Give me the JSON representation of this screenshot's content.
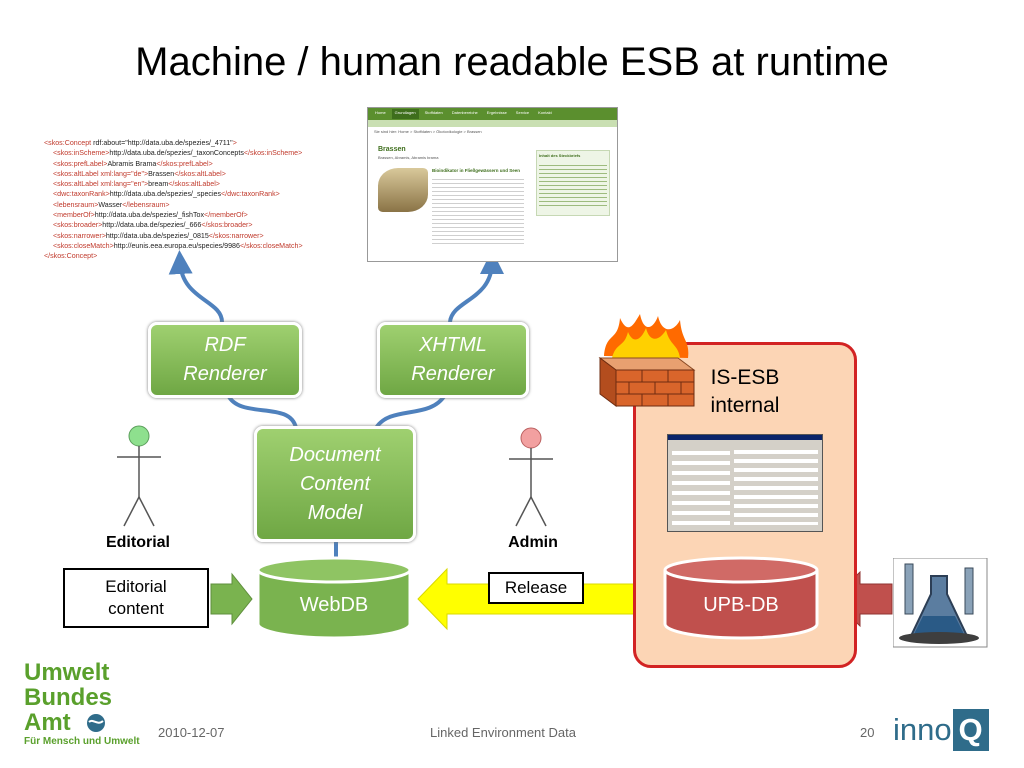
{
  "title": "Machine / human readable ESB at runtime",
  "xml_lines": [
    {
      "indent": false,
      "parts": [
        [
          "t",
          "<skos:Concept"
        ],
        [
          "v",
          " rdf:about=\"http://data.uba.de/spezies/_4711\""
        ],
        [
          "t",
          ">"
        ]
      ]
    },
    {
      "indent": true,
      "parts": [
        [
          "t",
          "<skos:inScheme>"
        ],
        [
          "v",
          "http://data.uba.de/spezies/_taxonConcepts"
        ],
        [
          "t",
          "</skos:inScheme>"
        ]
      ]
    },
    {
      "indent": true,
      "parts": [
        [
          "t",
          "<skos:prefLabel>"
        ],
        [
          "v",
          "Abramis Brama"
        ],
        [
          "t",
          "</skos:prefLabel>"
        ]
      ]
    },
    {
      "indent": true,
      "parts": [
        [
          "t",
          "<skos:altLabel xml:lang=\"de\">"
        ],
        [
          "v",
          "Brassen"
        ],
        [
          "t",
          "</skos:altLabel>"
        ]
      ]
    },
    {
      "indent": true,
      "parts": [
        [
          "t",
          "<skos:altLabel xml:lang=\"en\">"
        ],
        [
          "v",
          "bream"
        ],
        [
          "t",
          "</skos:altLabel>"
        ]
      ]
    },
    {
      "indent": true,
      "parts": [
        [
          "t",
          "<dwc:taxonRank>"
        ],
        [
          "v",
          "http://data.uba.de/spezies/_species"
        ],
        [
          "t",
          "</dwc:taxonRank>"
        ]
      ]
    },
    {
      "indent": true,
      "parts": [
        [
          "t",
          "<lebensraum>"
        ],
        [
          "v",
          "Wasser"
        ],
        [
          "t",
          "</lebensraum>"
        ]
      ]
    },
    {
      "indent": true,
      "parts": [
        [
          "t",
          "<memberOf>"
        ],
        [
          "v",
          "http://data.uba.de/spezies/_fishTox"
        ],
        [
          "t",
          "</memberOf>"
        ]
      ]
    },
    {
      "indent": true,
      "parts": [
        [
          "t",
          "<skos:broader>"
        ],
        [
          "v",
          "http://data.uba.de/spezies/_666"
        ],
        [
          "t",
          "</skos:broader>"
        ]
      ]
    },
    {
      "indent": true,
      "parts": [
        [
          "t",
          "<skos:narrower>"
        ],
        [
          "v",
          "http://data.uba.de/spezies/_0815"
        ],
        [
          "t",
          "</skos:narrower>"
        ]
      ]
    },
    {
      "indent": true,
      "parts": [
        [
          "t",
          "<skos:closeMatch>"
        ],
        [
          "v",
          "http://eunis.eea.europa.eu/species/9986"
        ],
        [
          "t",
          "</skos:closeMatch>"
        ]
      ]
    },
    {
      "indent": false,
      "parts": [
        [
          "t",
          "</skos:Concept>"
        ]
      ]
    }
  ],
  "webpage": {
    "nav_items": [
      "Home",
      "Grundlagen",
      "Stoffdaten",
      "Datenbereiche",
      "Ergebnisse",
      "Service",
      "Kontakt"
    ],
    "breadcrumb": "Sie sind hier:  Home > Stoffdaten > Ökotoxikologie > Brassen",
    "heading": "Brassen",
    "subheading": "Brassen, Abramis, Abramis brama",
    "section_title": "Bioindikator in Fließgewässern und Seen",
    "sidebar_title": "Inhalt des Steckbriefs"
  },
  "nodes": {
    "rdf": [
      "RDF",
      "Renderer"
    ],
    "xhtml": [
      "XHTML",
      "Renderer"
    ],
    "dcm": [
      "Document",
      "Content",
      "Model"
    ]
  },
  "databases": {
    "webdb": "WebDB",
    "upbdb": "UPB-DB"
  },
  "boxes": {
    "editorial_content": [
      "Editorial",
      "content"
    ],
    "release": "Release"
  },
  "actors": {
    "editorial": "Editorial",
    "admin": "Admin"
  },
  "esb_label": [
    "IS-ESB",
    "internal"
  ],
  "logo_lines": [
    "Umwelt",
    "Bundes",
    "Amt"
  ],
  "logo_tagline": "Für Mensch und Umwelt",
  "innoq_logo": [
    "inno",
    "Q"
  ],
  "footer": {
    "date": "2010-12-07",
    "center": "Linked Environment Data",
    "page": "20"
  },
  "colors": {
    "node_green": "#7ab34f",
    "db_green": "#7ab34f",
    "db_red": "#c0504d",
    "esb_border": "#d22323",
    "esb_fill": "#fcd5b5",
    "connector_blue": "#4f81bd",
    "release_arrow": "#ffff00",
    "actor_editorial_head": "#8ee08e",
    "actor_admin_head": "#f2a0a0",
    "logo_green": "#5aa02c",
    "innoq_blue": "#2f6c8a"
  }
}
